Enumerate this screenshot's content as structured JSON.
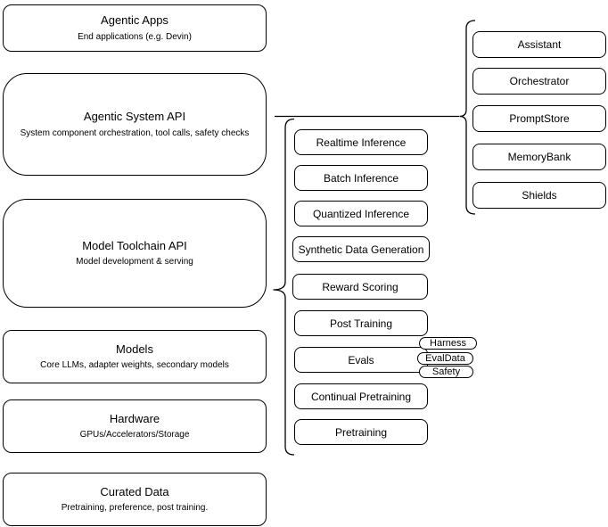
{
  "diagram": {
    "background": "#ffffff",
    "box_fill": "#ffffff",
    "stroke_color": "#000000",
    "stack": [
      {
        "title": "Agentic Apps",
        "subtitle": "End applications (e.g. Devin)"
      },
      {
        "title": "Agentic System API",
        "subtitle": "System component orchestration, tool calls, safety checks"
      },
      {
        "title": "Model Toolchain API",
        "subtitle": "Model development & serving"
      },
      {
        "title": "Models",
        "subtitle": "Core LLMs, adapter weights, secondary models"
      },
      {
        "title": "Hardware",
        "subtitle": "GPUs/Accelerators/Storage"
      },
      {
        "title": "Curated Data",
        "subtitle": "Pretraining, preference, post training."
      }
    ],
    "toolchain_services": [
      "Realtime Inference",
      "Batch Inference",
      "Quantized Inference",
      "Synthetic Data Generation",
      "Reward Scoring",
      "Post Training",
      "Evals",
      "Continual Pretraining",
      "Pretraining"
    ],
    "evals_tags": [
      "Harness",
      "EvalData",
      "Safety"
    ],
    "system_components": [
      "Assistant",
      "Orchestrator",
      "PromptStore",
      "MemoryBank",
      "Shields"
    ]
  }
}
